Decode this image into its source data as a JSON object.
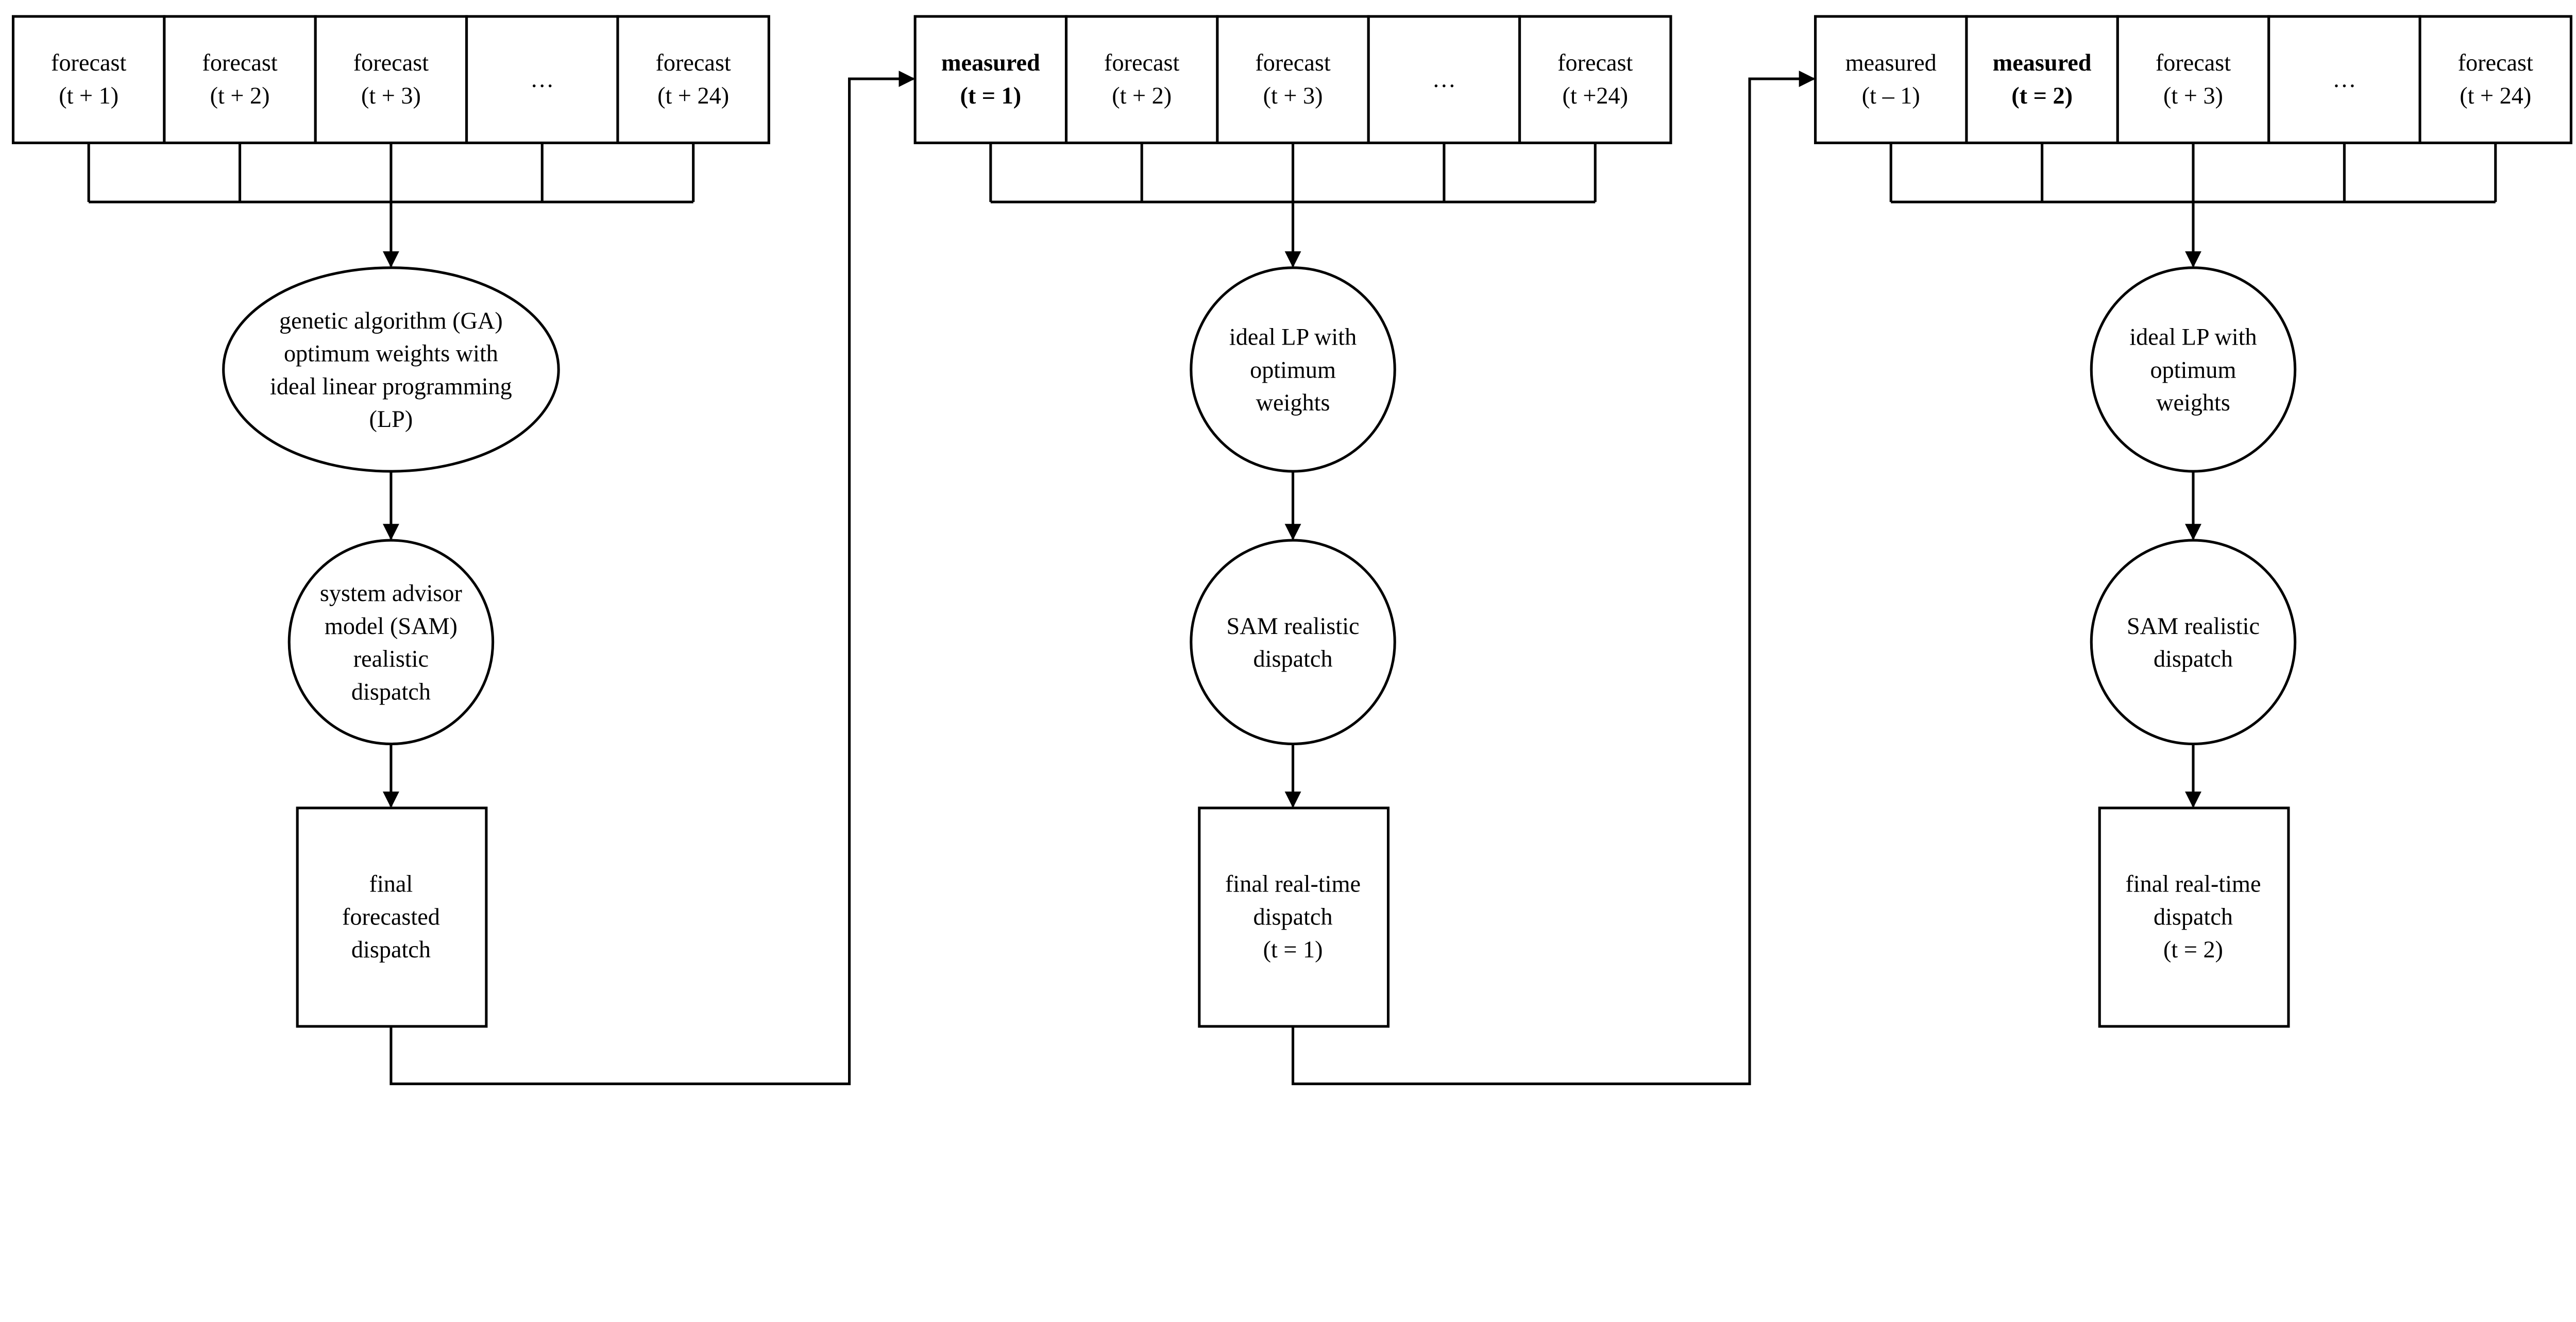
{
  "panels": [
    {
      "cells": [
        {
          "lines": [
            "forecast",
            "(t + 1)"
          ],
          "bold": false
        },
        {
          "lines": [
            "forecast",
            "(t + 2)"
          ],
          "bold": false
        },
        {
          "lines": [
            "forecast",
            "(t + 3)"
          ],
          "bold": false
        },
        {
          "lines": [
            "…"
          ],
          "bold": false
        },
        {
          "lines": [
            "forecast",
            "(t + 24)"
          ],
          "bold": false
        }
      ],
      "optimizer": {
        "shape": "ellipse",
        "lines": [
          "genetic algorithm (GA)",
          "optimum weights with",
          "ideal linear programming",
          "(LP)"
        ]
      },
      "dispatch_model": {
        "shape": "circle",
        "lines": [
          "system advisor",
          "model (SAM)",
          "realistic",
          "dispatch"
        ]
      },
      "result": {
        "lines": [
          "final",
          "forecasted",
          "dispatch"
        ]
      }
    },
    {
      "cells": [
        {
          "lines": [
            "measured",
            "(t = 1)"
          ],
          "bold": true
        },
        {
          "lines": [
            "forecast",
            "(t + 2)"
          ],
          "bold": false
        },
        {
          "lines": [
            "forecast",
            "(t + 3)"
          ],
          "bold": false
        },
        {
          "lines": [
            "…"
          ],
          "bold": false
        },
        {
          "lines": [
            "forecast",
            "(t +24)"
          ],
          "bold": false
        }
      ],
      "optimizer": {
        "shape": "circle",
        "lines": [
          "ideal LP with",
          "optimum",
          "weights"
        ]
      },
      "dispatch_model": {
        "shape": "circle",
        "lines": [
          "SAM realistic",
          "dispatch"
        ]
      },
      "result": {
        "lines": [
          "final real-time",
          "dispatch",
          "(t = 1)"
        ]
      }
    },
    {
      "cells": [
        {
          "lines": [
            "measured",
            "(t – 1)"
          ],
          "bold": false
        },
        {
          "lines": [
            "measured",
            "(t = 2)"
          ],
          "bold": true
        },
        {
          "lines": [
            "forecast",
            "(t + 3)"
          ],
          "bold": false
        },
        {
          "lines": [
            "…"
          ],
          "bold": false
        },
        {
          "lines": [
            "forecast",
            "(t + 24)"
          ],
          "bold": false
        }
      ],
      "optimizer": {
        "shape": "circle",
        "lines": [
          "ideal LP with",
          "optimum",
          "weights"
        ]
      },
      "dispatch_model": {
        "shape": "circle",
        "lines": [
          "SAM realistic",
          "dispatch"
        ]
      },
      "result": {
        "lines": [
          "final real-time",
          "dispatch",
          "(t = 2)"
        ]
      }
    }
  ]
}
